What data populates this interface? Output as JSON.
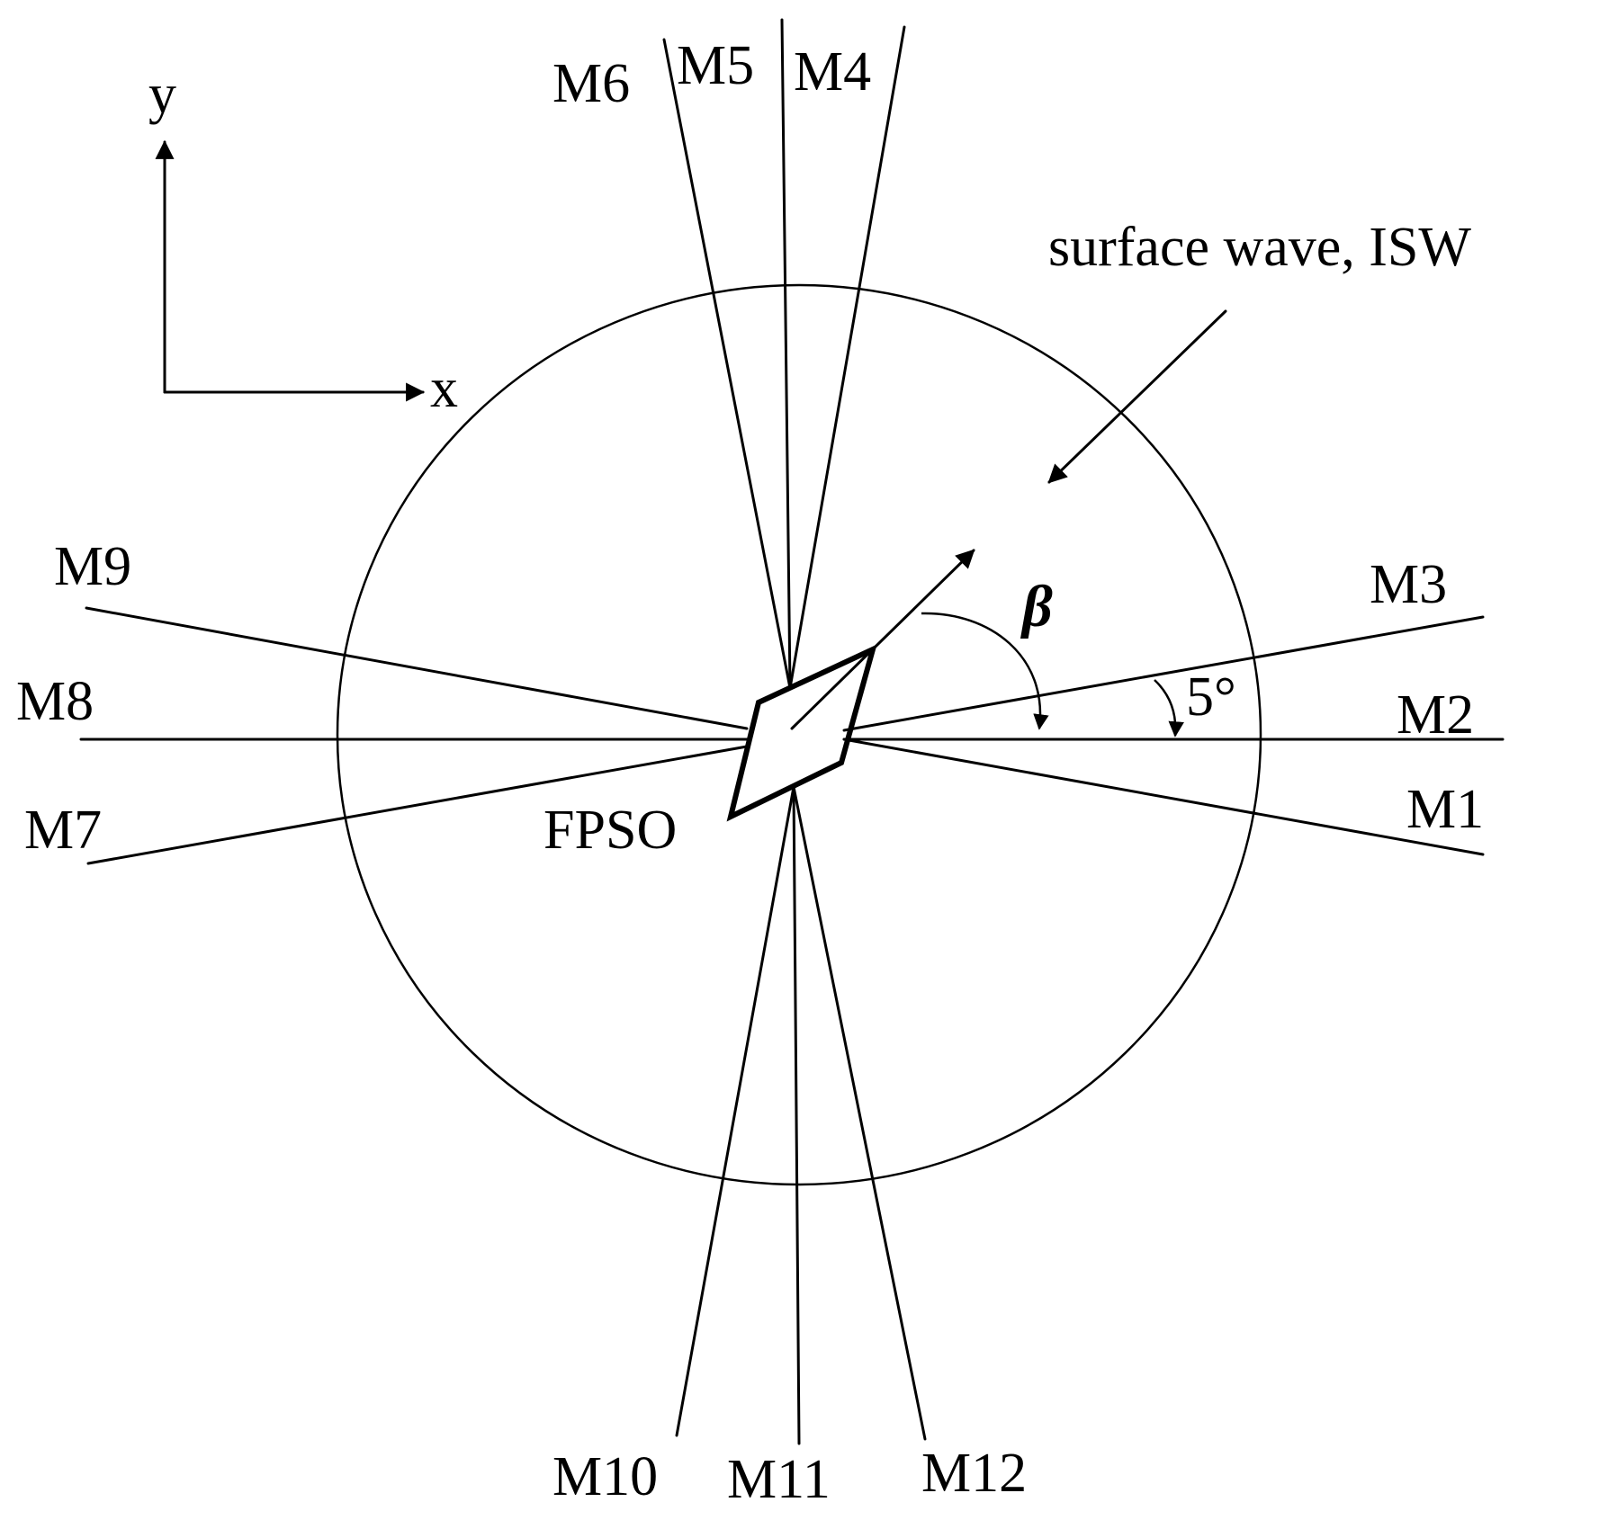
{
  "axes": {
    "x_label": "x",
    "y_label": "y"
  },
  "mooring_lines": [
    {
      "id": "M1",
      "label": "M1"
    },
    {
      "id": "M2",
      "label": "M2"
    },
    {
      "id": "M3",
      "label": "M3"
    },
    {
      "id": "M4",
      "label": "M4"
    },
    {
      "id": "M5",
      "label": "M5"
    },
    {
      "id": "M6",
      "label": "M6"
    },
    {
      "id": "M7",
      "label": "M7"
    },
    {
      "id": "M8",
      "label": "M8"
    },
    {
      "id": "M9",
      "label": "M9"
    },
    {
      "id": "M10",
      "label": "M10"
    },
    {
      "id": "M11",
      "label": "M11"
    },
    {
      "id": "M12",
      "label": "M12"
    }
  ],
  "vessel_label": "FPSO",
  "wave_label": "surface wave, ISW",
  "heading_angle_label": "β",
  "line_spacing_label": "5°",
  "colors": {
    "stroke": "#000000",
    "background": "#ffffff"
  }
}
